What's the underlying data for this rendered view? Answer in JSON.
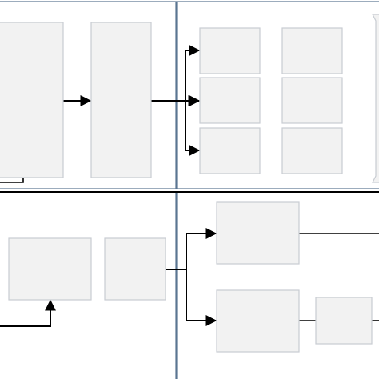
{
  "diagram": {
    "colors": {
      "background": "#ffffff",
      "box_fill": "#f2f2f2",
      "box_stroke": "#c8ccd2",
      "panel_border": "#5b7591",
      "arrow": "#000000",
      "divider": "#000000"
    },
    "panels": [
      {
        "id": "panel-top-left"
      },
      {
        "id": "panel-top-right"
      },
      {
        "id": "panel-bottom-left"
      },
      {
        "id": "panel-bottom-right"
      }
    ],
    "nodes": [
      {
        "id": "tall-box-1",
        "label": ""
      },
      {
        "id": "tall-box-2",
        "label": ""
      },
      {
        "id": "tr-col1-box-1",
        "label": ""
      },
      {
        "id": "tr-col1-box-2",
        "label": ""
      },
      {
        "id": "tr-col1-box-3",
        "label": ""
      },
      {
        "id": "tr-col2-box-1",
        "label": ""
      },
      {
        "id": "tr-col2-box-2",
        "label": ""
      },
      {
        "id": "tr-col2-box-3",
        "label": ""
      },
      {
        "id": "bl-box-1",
        "label": ""
      },
      {
        "id": "bl-box-2",
        "label": ""
      },
      {
        "id": "br-box-1",
        "label": ""
      },
      {
        "id": "br-box-2",
        "label": ""
      },
      {
        "id": "br-box-3",
        "label": ""
      }
    ],
    "edges": [
      {
        "id": "arrow-tall1-to-tall2"
      },
      {
        "id": "arrow-tall2-to-split"
      },
      {
        "id": "arrow-split-top"
      },
      {
        "id": "arrow-split-mid"
      },
      {
        "id": "arrow-split-bottom"
      },
      {
        "id": "arrow-up-to-bl-box-1"
      },
      {
        "id": "arrow-to-br-box-1"
      },
      {
        "id": "arrow-to-br-box-2"
      }
    ]
  }
}
